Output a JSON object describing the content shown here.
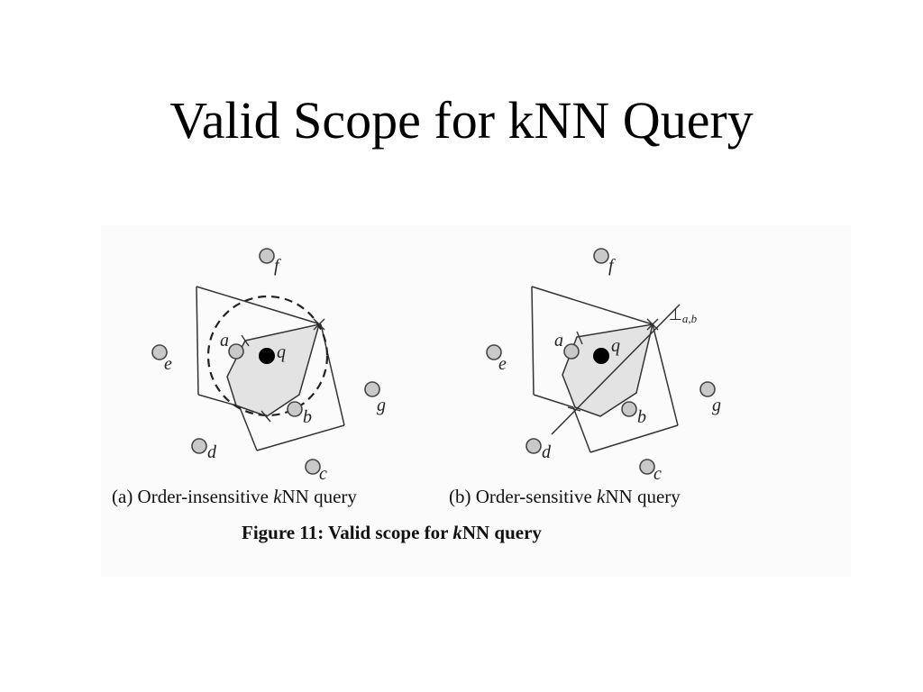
{
  "slide": {
    "title": "Valid Scope for kNN Query"
  },
  "figure": {
    "panel_a": {
      "caption_prefix": "(a) Order-insensitive ",
      "caption_k": "k",
      "caption_suffix": "NN query",
      "points": {
        "f": "f",
        "e": "e",
        "a": "a",
        "q": "q",
        "g": "g",
        "b": "b",
        "d": "d",
        "c": "c"
      }
    },
    "panel_b": {
      "caption_prefix": "(b) Order-sensitive ",
      "caption_k": "k",
      "caption_suffix": "NN query",
      "bisector_symbol": "⊥",
      "bisector_subscript": "a,b",
      "points": {
        "f": "f",
        "e": "e",
        "a": "a",
        "q": "q",
        "g": "g",
        "b": "b",
        "d": "d",
        "c": "c"
      }
    },
    "caption_prefix": "Figure 11: Valid scope for ",
    "caption_k": "k",
    "caption_suffix": "NN query"
  }
}
